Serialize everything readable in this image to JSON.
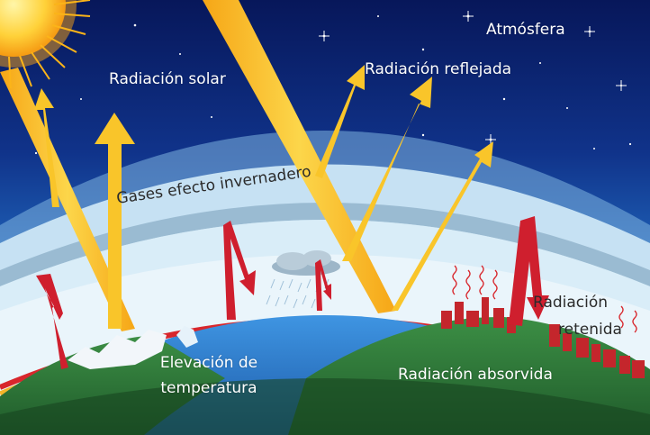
{
  "labels": {
    "atmosphere": "Atmósfera",
    "solar": "Radiación solar",
    "reflected": "Radiación reflejada",
    "greenhouse": "Gases efecto invernadero",
    "retained_line1": "Radiación",
    "retained_line2": "retenida",
    "temperature_line1": "Elevación de",
    "temperature_line2": "temperatura",
    "absorbed": "Radiación absorvida"
  },
  "colors": {
    "sky_top": "#0a1f6b",
    "sky_mid": "#1d5fb8",
    "atmosphere_band": "#c9e3f4",
    "ground_green": "#2f7d3c",
    "ocean_blue": "#2a7ad1",
    "solar_ray": "#f7b21e",
    "retained_arrow": "#d01f2e"
  }
}
